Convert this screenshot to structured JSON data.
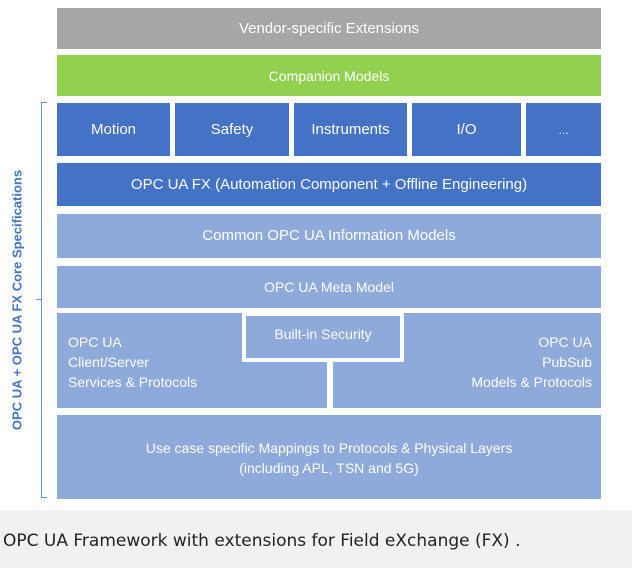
{
  "diagram": {
    "vendor": "Vendor-specific Extensions",
    "companion": "Companion Models",
    "modules": [
      "Motion",
      "Safety",
      "Instruments",
      "I/O",
      "..."
    ],
    "fx": "OPC UA FX (Automation Component + Offline Engineering)",
    "info_models": "Common OPC UA Information Models",
    "meta_model": "OPC UA Meta Model",
    "client_server": [
      "OPC UA",
      "Client/Server",
      "Services & Protocols"
    ],
    "security": "Built-in Security",
    "pubsub": [
      "OPC UA",
      "PubSub",
      "Models & Protocols"
    ],
    "use_case": [
      "Use case specific Mappings to Protocols & Physical Layers",
      "(including APL, TSN and 5G)"
    ],
    "side_label": "OPC UA + OPC UA FX Core Specifications"
  },
  "caption": "OPC UA Framework with extensions for Field eXchange (FX) .",
  "colors": {
    "vendor": "#a6a6a6",
    "companion": "#92d050",
    "dark_blue": "#4472c4",
    "mid_blue": "#5b87d2",
    "light_blue": "#8eaadb",
    "caption_bg": "#f1f1f1"
  }
}
